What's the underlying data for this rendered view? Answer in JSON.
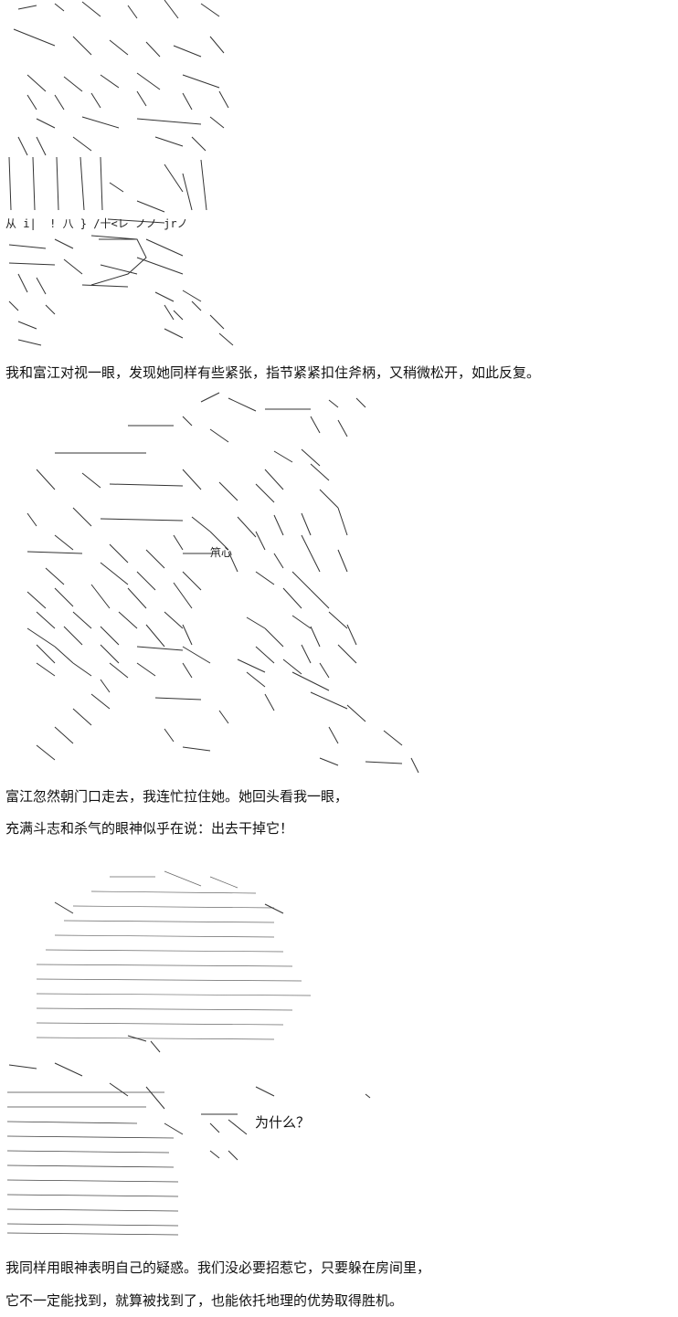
{
  "captions": {
    "line1": "我和富江对视一眼，发现她同样有些紧张，指节紧紧扣住斧柄，又稍微松开，如此反复。",
    "line2": "富江忽然朝门口走去，我连忙拉住她。她回头看我一眼，",
    "line3": "充满斗志和杀气的眼神似乎在说：出去干掉它！",
    "line4": "我同样用眼神表明自己的疑惑。我们没必要招惹它，只要躲在房间里，",
    "line5": "它不一定能找到，就算被找到了，也能依托地理的优势取得胜机。"
  },
  "panels": {
    "panel1_art_label": "ascii-art-girl-holding-axe",
    "panel1_aa_text": "从 i|  ! 八 } /十<レ ノノ jrノ",
    "panel2_art_label": "ascii-art-tomie-turning",
    "panel2_aa_text": "笊心",
    "panel3_art_label": "ascii-art-narrator-puzzled",
    "panel3_speech": "为什么？"
  },
  "colors": {
    "ink": "#222222",
    "background": "#ffffff"
  }
}
